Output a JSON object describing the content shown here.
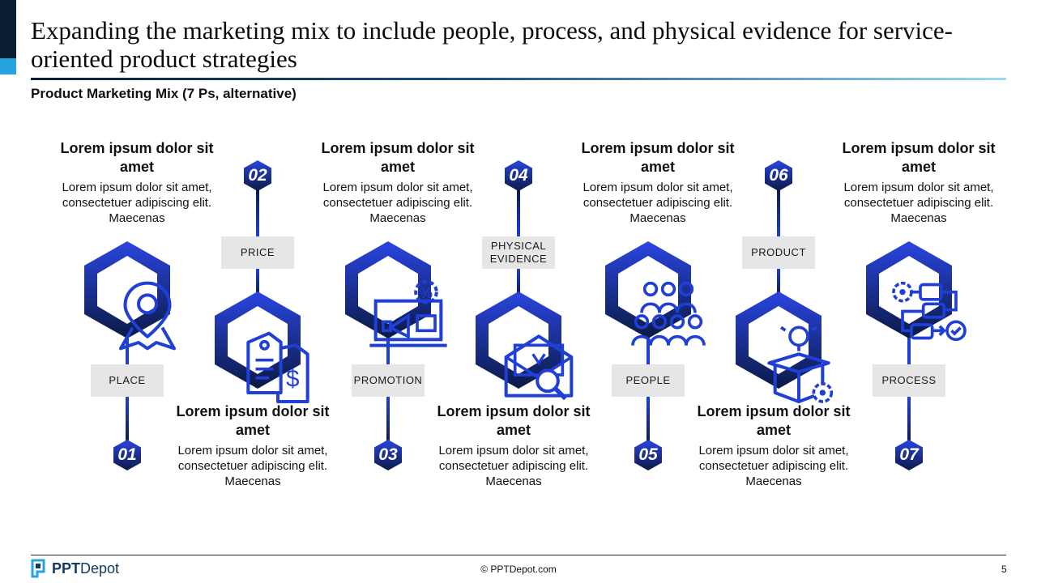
{
  "header": {
    "title": "Expanding the marketing mix to include people, process, and physical evidence for service-oriented product strategies",
    "subtitle": "Product Marketing Mix (7 Ps, alternative)"
  },
  "colors": {
    "hex_top": "#2a45e0",
    "hex_bottom": "#0b1a45",
    "connector": "#1f3fd6",
    "label_bg": "#e6e6e6",
    "accent_dark": "#0b1f33",
    "accent_light": "#27a3dd"
  },
  "steps": [
    {
      "number": "01",
      "label": "PLACE",
      "title": "Lorem ipsum dolor sit amet",
      "body": "Lorem ipsum dolor sit amet, consectetuer adipiscing elit. Maecenas",
      "icon": "location-pin-icon"
    },
    {
      "number": "02",
      "label": "PRICE",
      "title": "Lorem ipsum dolor sit amet",
      "body": "Lorem ipsum dolor sit amet, consectetuer adipiscing elit. Maecenas",
      "icon": "price-tag-icon"
    },
    {
      "number": "03",
      "label": "PROMOTION",
      "title": "Lorem ipsum dolor sit amet",
      "body": "Lorem ipsum dolor sit amet, consectetuer adipiscing elit. Maecenas",
      "icon": "megaphone-icon"
    },
    {
      "number": "04",
      "label": "PHYSICAL EVIDENCE",
      "title": "Lorem ipsum dolor sit amet",
      "body": "Lorem ipsum dolor sit amet, consectetuer adipiscing elit. Maecenas",
      "icon": "evidence-inspection-icon"
    },
    {
      "number": "05",
      "label": "PEOPLE",
      "title": "Lorem ipsum dolor sit amet",
      "body": "Lorem ipsum dolor sit amet, consectetuer adipiscing elit. Maecenas",
      "icon": "people-group-icon"
    },
    {
      "number": "06",
      "label": "PRODUCT",
      "title": "Lorem ipsum dolor sit amet",
      "body": "Lorem ipsum dolor sit amet, consectetuer adipiscing elit. Maecenas",
      "icon": "product-box-icon"
    },
    {
      "number": "07",
      "label": "PROCESS",
      "title": "Lorem ipsum dolor sit amet",
      "body": "Lorem ipsum dolor sit amet, consectetuer adipiscing elit. Maecenas",
      "icon": "process-flow-icon"
    }
  ],
  "footer": {
    "logo_bold": "PPT",
    "logo_light": "Depot",
    "copyright": "© PPTDepot.com",
    "page_number": "5"
  }
}
